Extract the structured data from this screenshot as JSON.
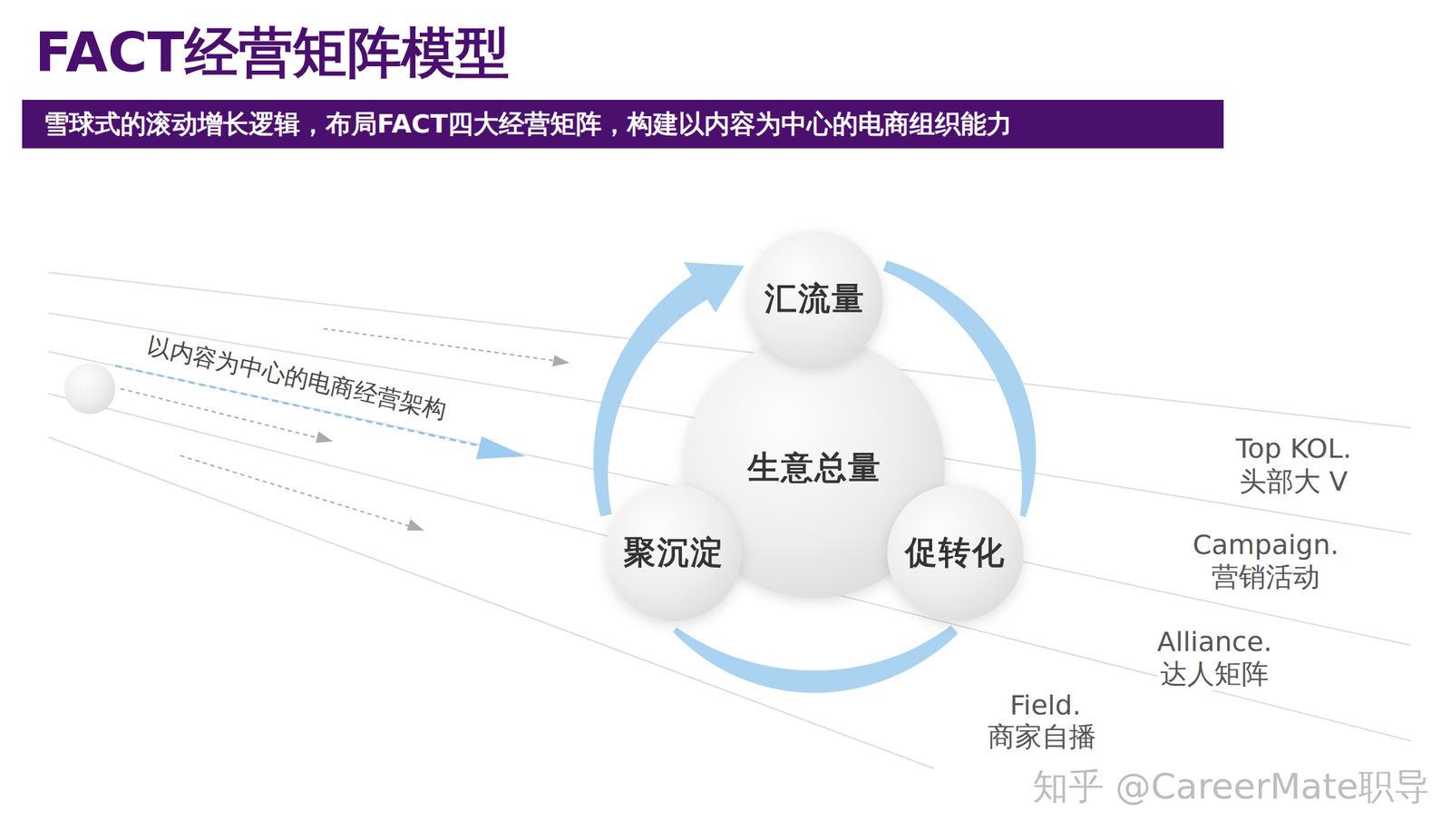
{
  "diagram": {
    "title": "FACT经营矩阵模型",
    "nodes": [
      {
        "text": [
          "雪球式的滚动增长逻辑，布局FACT四大经营矩阵，构建以内容为中心的电商组织能力"
        ]
      },
      {
        "text": [
          "汇流量"
        ]
      },
      {
        "text": [
          "生意总量"
        ]
      },
      {
        "text": [
          "聚沉淀"
        ]
      },
      {
        "text": [
          "促转化"
        ]
      }
    ],
    "edges": [
      {
        "from": 3,
        "to": 1,
        "arrow": "to"
      },
      {
        "from": 1,
        "to": 4,
        "arrow": "none"
      },
      {
        "from": 4,
        "to": 3,
        "arrow": "none"
      }
    ],
    "labels": [
      "以内容为中心的电商经营架构",
      "Top KOL.",
      "头部大 V",
      "Campaign.",
      "营销活动",
      "Alliance.",
      "达人矩阵",
      "Field.",
      "商家自播",
      "知乎 @CareerMate职导"
    ]
  }
}
